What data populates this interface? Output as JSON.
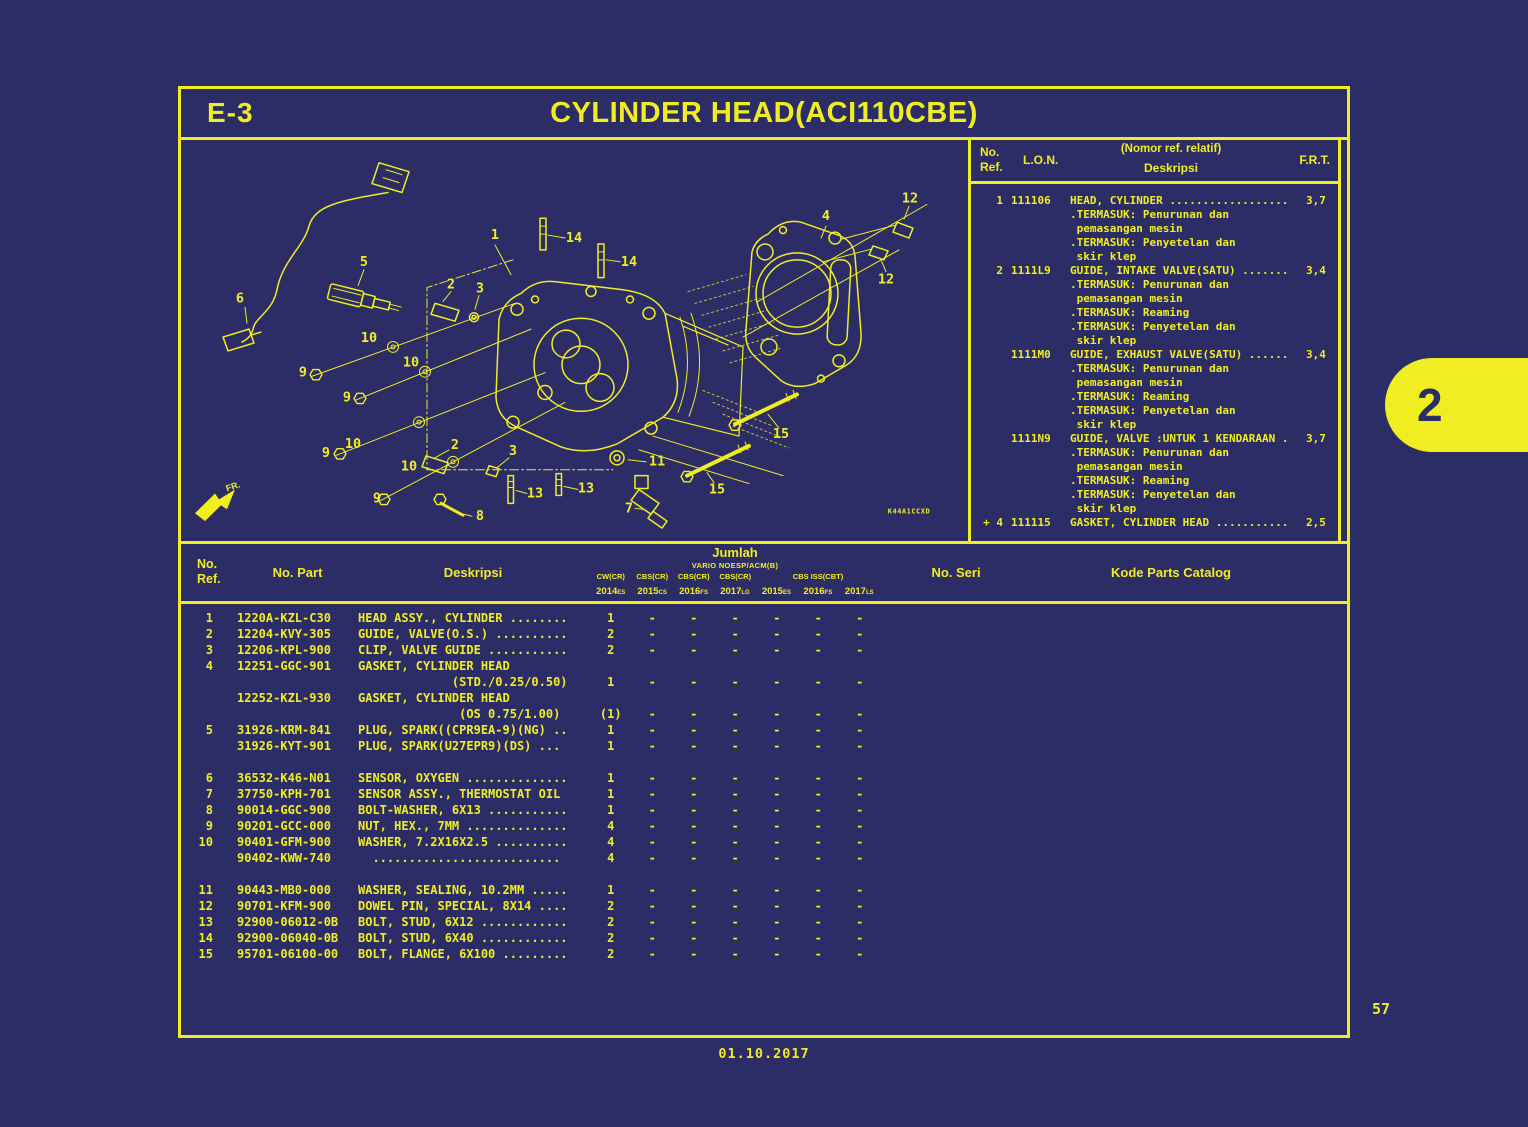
{
  "page": {
    "code": "E-3",
    "title": "CYLINDER HEAD(ACI110CBE)",
    "date": "01.10.2017",
    "page_number": "57",
    "section_tab": "2",
    "diagram_code": "K44A1CCXD",
    "fr_label": "FR."
  },
  "colors": {
    "background": "#2c2c67",
    "accent": "#f0ee20"
  },
  "ref_panel": {
    "headers": {
      "no": "No.",
      "ref": "Ref.",
      "lon": "L.O.N.",
      "nomor": "(Nomor ref. relatif)",
      "deskripsi": "Deskripsi",
      "frt": "F.R.T."
    },
    "lines": [
      {
        "r": "1",
        "l": "111106",
        "m": "HEAD, CYLINDER ..................",
        "f": "3,7"
      },
      {
        "r": "",
        "l": "",
        "m": ".TERMASUK: Penurunan dan",
        "f": ""
      },
      {
        "r": "",
        "l": "",
        "m": " pemasangan mesin",
        "f": ""
      },
      {
        "r": "",
        "l": "",
        "m": ".TERMASUK: Penyetelan dan",
        "f": ""
      },
      {
        "r": "",
        "l": "",
        "m": " skir klep",
        "f": ""
      },
      {
        "r": "2",
        "l": "1111L9",
        "m": "GUIDE, INTAKE VALVE(SATU) .......",
        "f": "3,4"
      },
      {
        "r": "",
        "l": "",
        "m": ".TERMASUK: Penurunan dan",
        "f": ""
      },
      {
        "r": "",
        "l": "",
        "m": " pemasangan mesin",
        "f": ""
      },
      {
        "r": "",
        "l": "",
        "m": ".TERMASUK: Reaming",
        "f": ""
      },
      {
        "r": "",
        "l": "",
        "m": ".TERMASUK: Penyetelan dan",
        "f": ""
      },
      {
        "r": "",
        "l": "",
        "m": " skir klep",
        "f": ""
      },
      {
        "r": "",
        "l": "1111M0",
        "m": "GUIDE, EXHAUST VALVE(SATU) ......",
        "f": "3,4"
      },
      {
        "r": "",
        "l": "",
        "m": ".TERMASUK: Penurunan dan",
        "f": ""
      },
      {
        "r": "",
        "l": "",
        "m": " pemasangan mesin",
        "f": ""
      },
      {
        "r": "",
        "l": "",
        "m": ".TERMASUK: Reaming",
        "f": ""
      },
      {
        "r": "",
        "l": "",
        "m": ".TERMASUK: Penyetelan dan",
        "f": ""
      },
      {
        "r": "",
        "l": "",
        "m": " skir klep",
        "f": ""
      },
      {
        "r": "",
        "l": "1111N9",
        "m": "GUIDE, VALVE :UNTUK 1 KENDARAAN .",
        "f": "3,7"
      },
      {
        "r": "",
        "l": "",
        "m": ".TERMASUK: Penurunan dan",
        "f": ""
      },
      {
        "r": "",
        "l": "",
        "m": " pemasangan mesin",
        "f": ""
      },
      {
        "r": "",
        "l": "",
        "m": ".TERMASUK: Reaming",
        "f": ""
      },
      {
        "r": "",
        "l": "",
        "m": ".TERMASUK: Penyetelan dan",
        "f": ""
      },
      {
        "r": "",
        "l": "",
        "m": " skir klep",
        "f": ""
      },
      {
        "r": "+ 4",
        "l": "111115",
        "m": "GASKET, CYLINDER HEAD ...........",
        "f": "2,5"
      }
    ]
  },
  "parts_table": {
    "headers": {
      "no": "No.",
      "ref": "Ref.",
      "part": "No. Part",
      "deskripsi": "Deskripsi",
      "seri": "No. Seri",
      "kode": "Kode Parts Catalog"
    },
    "jumlah": {
      "title": "Jumlah",
      "group": "VARIO NOESP/ACM(B)",
      "models": [
        "CW(CR)",
        "CBS(CR)",
        "CBS(CR)",
        "CBS(CR)",
        "CBS ISS(CBT)"
      ],
      "years": [
        {
          "y": "2014",
          "s": "ES"
        },
        {
          "y": "2015",
          "s": "CS"
        },
        {
          "y": "2016",
          "s": "FS"
        },
        {
          "y": "2017",
          "s": "LG"
        },
        {
          "y": "2015",
          "s": "ES"
        },
        {
          "y": "2016",
          "s": "FS"
        },
        {
          "y": "2017",
          "s": "LS"
        }
      ]
    },
    "lines": [
      {
        "r": "1",
        "p": "1220A-KZL-C30",
        "d": "HEAD ASSY., CYLINDER ........",
        "q": [
          "1",
          "-",
          "-",
          "-",
          "-",
          "-",
          "-"
        ]
      },
      {
        "r": "2",
        "p": "12204-KVY-305",
        "d": "GUIDE, VALVE(O.S.) ..........",
        "q": [
          "2",
          "-",
          "-",
          "-",
          "-",
          "-",
          "-"
        ]
      },
      {
        "r": "3",
        "p": "12206-KPL-900",
        "d": "CLIP, VALVE GUIDE ...........",
        "q": [
          "2",
          "-",
          "-",
          "-",
          "-",
          "-",
          "-"
        ]
      },
      {
        "r": "4",
        "p": "12251-GGC-901",
        "d": "GASKET, CYLINDER HEAD"
      },
      {
        "r": "",
        "p": "",
        "d": "             (STD./0.25/0.50)",
        "q": [
          "1",
          "-",
          "-",
          "-",
          "-",
          "-",
          "-"
        ]
      },
      {
        "r": "",
        "p": "12252-KZL-930",
        "d": "GASKET, CYLINDER HEAD"
      },
      {
        "r": "",
        "p": "",
        "d": "              (OS 0.75/1.00)",
        "q": [
          "(1)",
          "-",
          "-",
          "-",
          "-",
          "-",
          "-"
        ]
      },
      {
        "r": "5",
        "p": "31926-KRM-841",
        "d": "PLUG, SPARK((CPR9EA-9)(NG) ..",
        "q": [
          "1",
          "-",
          "-",
          "-",
          "-",
          "-",
          "-"
        ]
      },
      {
        "r": "",
        "p": "31926-KYT-901",
        "d": "PLUG, SPARK(U27EPR9)(DS) ...",
        "q": [
          "1",
          "-",
          "-",
          "-",
          "-",
          "-",
          "-"
        ]
      },
      {
        "r": "",
        "p": "",
        "d": ""
      },
      {
        "r": "6",
        "p": "36532-K46-N01",
        "d": "SENSOR, OXYGEN ..............",
        "q": [
          "1",
          "-",
          "-",
          "-",
          "-",
          "-",
          "-"
        ]
      },
      {
        "r": "7",
        "p": "37750-KPH-701",
        "d": "SENSOR ASSY., THERMOSTAT OIL",
        "q": [
          "1",
          "-",
          "-",
          "-",
          "-",
          "-",
          "-"
        ]
      },
      {
        "r": "8",
        "p": "90014-GGC-900",
        "d": "BOLT-WASHER, 6X13 ...........",
        "q": [
          "1",
          "-",
          "-",
          "-",
          "-",
          "-",
          "-"
        ]
      },
      {
        "r": "9",
        "p": "90201-GCC-000",
        "d": "NUT, HEX., 7MM ..............",
        "q": [
          "4",
          "-",
          "-",
          "-",
          "-",
          "-",
          "-"
        ]
      },
      {
        "r": "10",
        "p": "90401-GFM-900",
        "d": "WASHER, 7.2X16X2.5 ..........",
        "q": [
          "4",
          "-",
          "-",
          "-",
          "-",
          "-",
          "-"
        ]
      },
      {
        "r": "",
        "p": "90402-KWW-740",
        "d": "  ..........................",
        "q": [
          "4",
          "-",
          "-",
          "-",
          "-",
          "-",
          "-"
        ]
      },
      {
        "r": "",
        "p": "",
        "d": ""
      },
      {
        "r": "11",
        "p": "90443-MB0-000",
        "d": "WASHER, SEALING, 10.2MM .....",
        "q": [
          "1",
          "-",
          "-",
          "-",
          "-",
          "-",
          "-"
        ]
      },
      {
        "r": "12",
        "p": "90701-KFM-900",
        "d": "DOWEL PIN, SPECIAL, 8X14 ....",
        "q": [
          "2",
          "-",
          "-",
          "-",
          "-",
          "-",
          "-"
        ]
      },
      {
        "r": "13",
        "p": "92900-06012-0B",
        "d": "BOLT, STUD, 6X12 ............",
        "q": [
          "2",
          "-",
          "-",
          "-",
          "-",
          "-",
          "-"
        ]
      },
      {
        "r": "14",
        "p": "92900-06040-0B",
        "d": "BOLT, STUD, 6X40 ............",
        "q": [
          "2",
          "-",
          "-",
          "-",
          "-",
          "-",
          "-"
        ]
      },
      {
        "r": "15",
        "p": "95701-06100-00",
        "d": "BOLT, FLANGE, 6X100 .........",
        "q": [
          "2",
          "-",
          "-",
          "-",
          "-",
          "-",
          "-"
        ]
      }
    ]
  },
  "diagram": {
    "callouts": [
      "1",
      "14",
      "14",
      "5",
      "6",
      "2",
      "3",
      "4",
      "12",
      "12",
      "10",
      "9",
      "10",
      "9",
      "9",
      "10",
      "10",
      "9",
      "2",
      "3",
      "8",
      "13",
      "13",
      "7",
      "11",
      "15",
      "15"
    ]
  }
}
